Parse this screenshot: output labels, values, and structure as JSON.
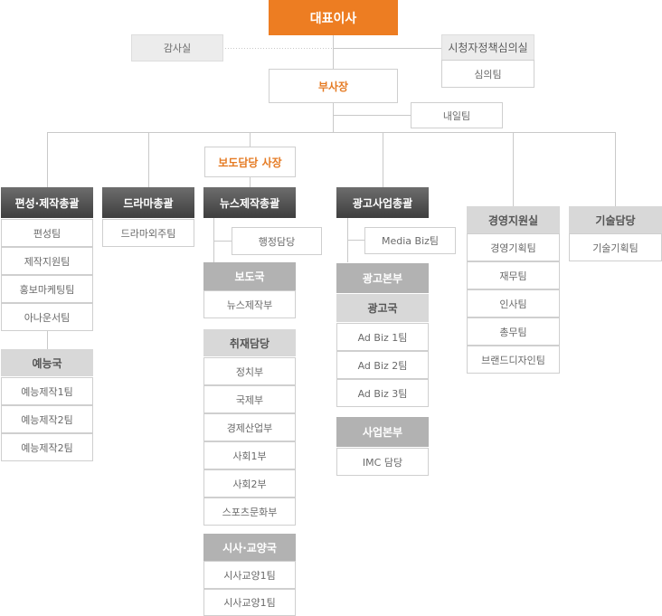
{
  "ceo": "대표이사",
  "audit": "감사실",
  "committee": {
    "title": "시청자정책심의실",
    "team": "심의팀"
  },
  "vp": "부사장",
  "naeil": "내일팀",
  "news_ceo": "보도담당 사장",
  "divisions": {
    "pyeonseong": {
      "title": "편성·제작총괄",
      "items": [
        "편성팀",
        "제작지원팀",
        "홍보마케팅팀",
        "아나운서팀"
      ],
      "sub_title": "예능국",
      "sub_items": [
        "예능제작1팀",
        "예능제작2팀",
        "예능제작2팀"
      ]
    },
    "drama": {
      "title": "드라마총괄",
      "items": [
        "드라마외주팀"
      ]
    },
    "news": {
      "title": "뉴스제작총괄",
      "admin": "행정담당",
      "bodo": "보도국",
      "bodo_items": [
        "뉴스제작부"
      ],
      "chwijae": "취재담당",
      "chwijae_items": [
        "정치부",
        "국제부",
        "경제산업부",
        "사회1부",
        "사회2부",
        "스포츠문화부"
      ],
      "sisa": "시사·교양국",
      "sisa_items": [
        "시사교양1팀",
        "시사교양1팀"
      ]
    },
    "ad": {
      "title": "광고사업총괄",
      "media": "Media Biz팀",
      "hq": "광고본부",
      "bureau": "광고국",
      "bureau_items": [
        "Ad Biz 1팀",
        "Ad Biz 2팀",
        "Ad Biz 3팀"
      ],
      "biz": "사업본부",
      "biz_items": [
        "IMC 담당"
      ]
    },
    "mgmt": {
      "title": "경영지원실",
      "items": [
        "경영기획팀",
        "재무팀",
        "인사팀",
        "총무팀",
        "브랜드디자인팀"
      ]
    },
    "tech": {
      "title": "기술담당",
      "items": [
        "기술기획팀"
      ]
    }
  }
}
